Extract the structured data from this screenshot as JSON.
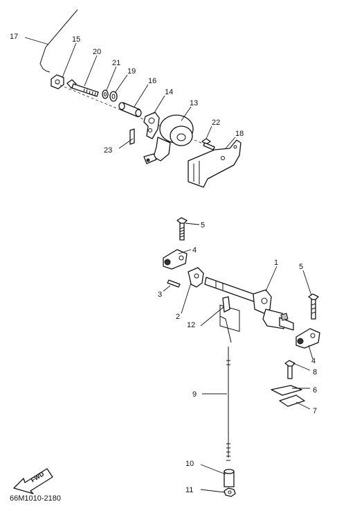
{
  "diagram": {
    "callouts": {
      "c1": "1",
      "c2": "2",
      "c3": "3",
      "c4a": "4",
      "c4b": "4",
      "c5a": "5",
      "c5b": "5",
      "c6": "6",
      "c7": "7",
      "c8": "8",
      "c9": "9",
      "c10": "10",
      "c11": "11",
      "c12": "12",
      "c13": "13",
      "c14": "14",
      "c15": "15",
      "c16": "16",
      "c17": "17",
      "c18": "18",
      "c19": "19",
      "c20": "20",
      "c21": "21",
      "c22": "22",
      "c23": "23"
    },
    "fwd_label": "FWD",
    "drawing_code": "66M1010-2180"
  }
}
